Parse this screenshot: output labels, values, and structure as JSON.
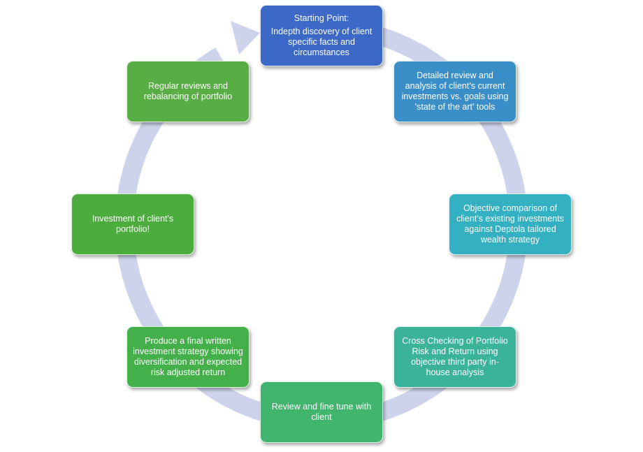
{
  "ring": {
    "color": "#cdd3ea"
  },
  "nodes": [
    {
      "lines": [
        "Starting Point:",
        "Indepth discovery of client specific facts and circumstances"
      ],
      "color": "#3c68c8"
    },
    {
      "lines": [
        "Detailed review and analysis of client's current investments vs. goals using 'state of the art' tools"
      ],
      "color": "#3b8fc9"
    },
    {
      "lines": [
        "Objective comparison of client's existing investments against Deptola tailored wealth strategy"
      ],
      "color": "#33b0c2"
    },
    {
      "lines": [
        "Cross Checking of Portfolio Risk and Return using objective third party in-house analysis"
      ],
      "color": "#3bb39a"
    },
    {
      "lines": [
        "Review and fine tune with client"
      ],
      "color": "#41b46e"
    },
    {
      "lines": [
        "Produce a final written investment strategy showing diversification and expected risk adjusted return"
      ],
      "color": "#44b04a"
    },
    {
      "lines": [
        "Investment of client's portfolio!"
      ],
      "color": "#4cad3e"
    },
    {
      "lines": [
        "Regular reviews and rebalancing of portfolio"
      ],
      "color": "#58ae44"
    }
  ]
}
